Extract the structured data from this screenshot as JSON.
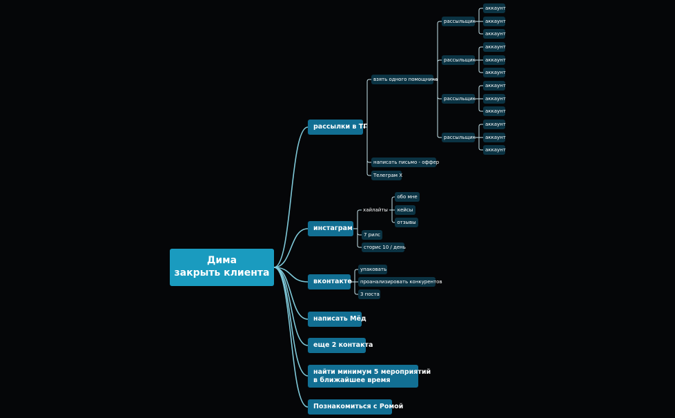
{
  "root": {
    "line1": "Дима",
    "line2": "закрыть клиента"
  },
  "branches": {
    "tg": {
      "label": "рассылки в ТГ",
      "helper": "взять одного помощника",
      "sender": "рассыльщик",
      "account": "аккаунт",
      "letter": "написать письмо - оффер",
      "telegram": "Телеграм Х"
    },
    "insta": {
      "label": "инстаграм",
      "highlights": "хайлайты",
      "about": "обо мне",
      "cases": "кейсы",
      "reviews": "отзывы",
      "reels": "7 рилс",
      "stories": "сторис 10 / день"
    },
    "vk": {
      "label": "вконтакте",
      "pack": "упаковать",
      "analyze": "проанализировать конкурентов",
      "posts": "3 поста"
    },
    "med": {
      "label": "написать Мёд"
    },
    "contacts": {
      "label": "еще 2 контакта"
    },
    "events": {
      "line1": "найти минимум 5 мероприятий",
      "line2": "в ближайшее время"
    },
    "roma": {
      "label": "Познакомиться с Ромой"
    }
  },
  "colors": {
    "background": "#050608",
    "root": "#1a9bbf",
    "level1": "#126f93",
    "leaf": "#0b3343",
    "connector_main": "#7fc9d9",
    "connector_sub": "#c8e6ee"
  }
}
